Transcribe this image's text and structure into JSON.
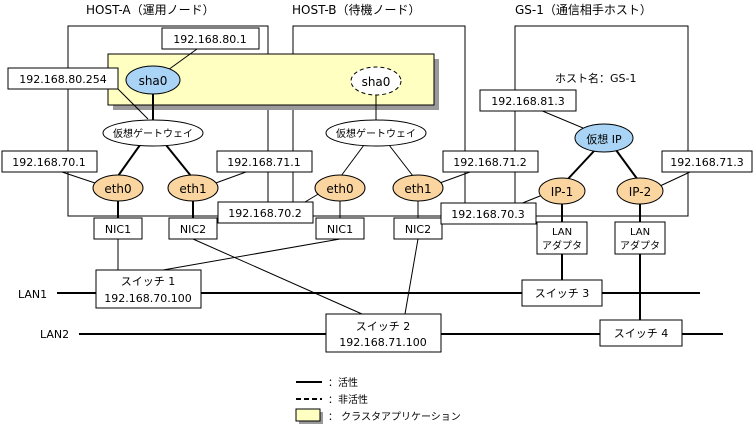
{
  "hosts": {
    "host_a": "HOST-A（運用ノード）",
    "host_b": "HOST-B（待機ノード）",
    "gs1": "GS-1（通信相手ホスト）",
    "gs1_hostname": "ホスト名：GS-1"
  },
  "sha": {
    "a": "sha0",
    "b": "sha0",
    "a_ip": "192.168.80.1",
    "gw_ip": "192.168.80.254"
  },
  "gateway": {
    "a": "仮想ゲートウェイ",
    "b": "仮想ゲートウェイ"
  },
  "eth": {
    "a0": "eth0",
    "a1": "eth1",
    "b0": "eth0",
    "b1": "eth1"
  },
  "ip_labels": {
    "a0": "192.168.70.1",
    "a1": "192.168.71.1",
    "b0": "192.168.70.2",
    "b1": "192.168.71.2"
  },
  "nic": {
    "a1": "NIC1",
    "a2": "NIC2",
    "b1": "NIC1",
    "b2": "NIC2"
  },
  "gs": {
    "vip": "仮想 IP",
    "vip_addr": "192.168.81.3",
    "ip1": "IP-1",
    "ip2": "IP-2",
    "ip1_addr": "192.168.70.3",
    "ip2_addr": "192.168.71.3",
    "lan_adapter_1": "LAN",
    "lan_adapter_2": "アダプタ"
  },
  "lan": {
    "lan1": "LAN1",
    "lan2": "LAN2"
  },
  "switches": {
    "sw1_name": "スイッチ 1",
    "sw1_ip": "192.168.70.100",
    "sw2_name": "スイッチ 2",
    "sw2_ip": "192.168.71.100",
    "sw3_name": "スイッチ 3",
    "sw4_name": "スイッチ 4"
  },
  "legend": {
    "active": "：活性",
    "inactive": "：非活性",
    "cluster_app": "： クラスタアプリケーション"
  },
  "colors": {
    "sha_fill": "#a9d4f5",
    "eth_fill": "#fbd59f",
    "cluster_fill": "#ffffc2",
    "shadow": "#9a9a9a"
  }
}
